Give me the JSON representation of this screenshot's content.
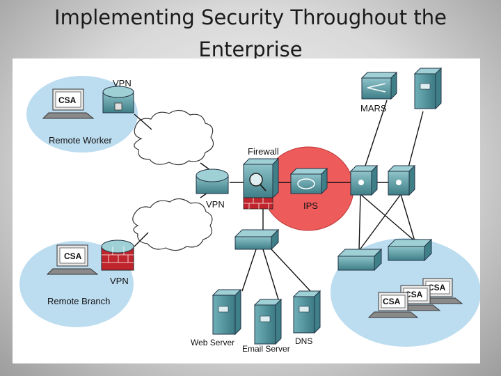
{
  "title": {
    "line1": "Implementing Security Throughout the",
    "line2": "Enterprise"
  },
  "diagram": {
    "labels": {
      "csa_remote_worker": "CSA",
      "vpn_remote_worker": "VPN",
      "remote_worker": "Remote Worker",
      "firewall": "Firewall",
      "vpn_center": "VPN",
      "ips": "IPS",
      "mars": "MARS",
      "csa_remote_branch": "CSA",
      "vpn_remote_branch": "VPN",
      "remote_branch": "Remote Branch",
      "web_server": "Web Server",
      "email_server": "Email Server",
      "dns": "DNS",
      "csa_campus_1": "CSA",
      "csa_campus_2": "CSA",
      "csa_campus_3": "CSA"
    },
    "colors": {
      "zone_blue": "#bcdcf0",
      "ips_red": "#ee5b5b",
      "device_teal": "#5d9fa7",
      "device_dark": "#2f6a72",
      "brick": "#c0242c"
    }
  }
}
